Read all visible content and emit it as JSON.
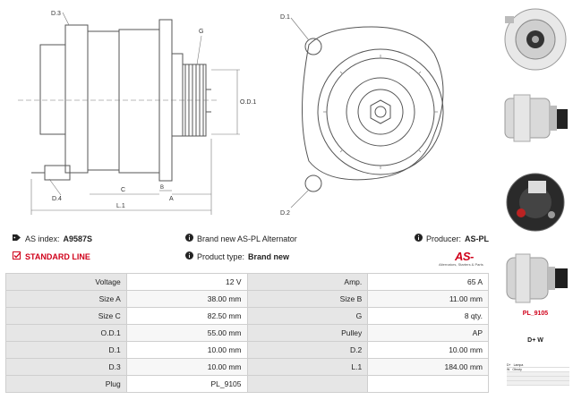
{
  "drawing_labels": {
    "d3": "D.3",
    "d4": "D.4",
    "g": "G",
    "od1": "O.D.1",
    "c": "C",
    "b": "B",
    "a": "A",
    "l1": "L.1",
    "d1": "D.1",
    "d2": "D.2"
  },
  "info": {
    "as_index_label": "AS index:",
    "as_index_value": "A9587S",
    "description": "Brand new AS-PL Alternator",
    "producer_label": "Producer:",
    "producer_value": "AS-PL",
    "standard_line": "STANDARD LINE",
    "product_type_label": "Product type:",
    "product_type_value": "Brand new"
  },
  "brand_logo": {
    "mark": "AS-",
    "tagline": "Alternators, Starters & Parts"
  },
  "specs": [
    {
      "k1": "Voltage",
      "v1": "12 V",
      "k2": "Amp.",
      "v2": "65 A"
    },
    {
      "k1": "Size A",
      "v1": "38.00 mm",
      "k2": "Size B",
      "v2": "11.00 mm"
    },
    {
      "k1": "Size C",
      "v1": "82.50 mm",
      "k2": "G",
      "v2": "8 qty."
    },
    {
      "k1": "O.D.1",
      "v1": "55.00 mm",
      "k2": "Pulley",
      "v2": "AP"
    },
    {
      "k1": "D.1",
      "v1": "10.00 mm",
      "k2": "D.2",
      "v2": "10.00 mm"
    },
    {
      "k1": "D.3",
      "v1": "10.00 mm",
      "k2": "L.1",
      "v2": "184.00 mm"
    },
    {
      "k1": "Plug",
      "v1": "PL_9105",
      "k2": "",
      "v2": ""
    }
  ],
  "sidebar": {
    "plug_code": "PL_9105",
    "terminals": "D+  W",
    "legend": [
      {
        "code": "D+",
        "name": "Lampa"
      },
      {
        "code": "W",
        "name": "Obroty"
      }
    ]
  },
  "icons": {
    "tag": "tag-icon",
    "info": "info-circle-icon",
    "check": "checkbox-icon"
  },
  "colors": {
    "accent_red": "#d0021b",
    "table_key_bg": "#e6e6e6"
  }
}
